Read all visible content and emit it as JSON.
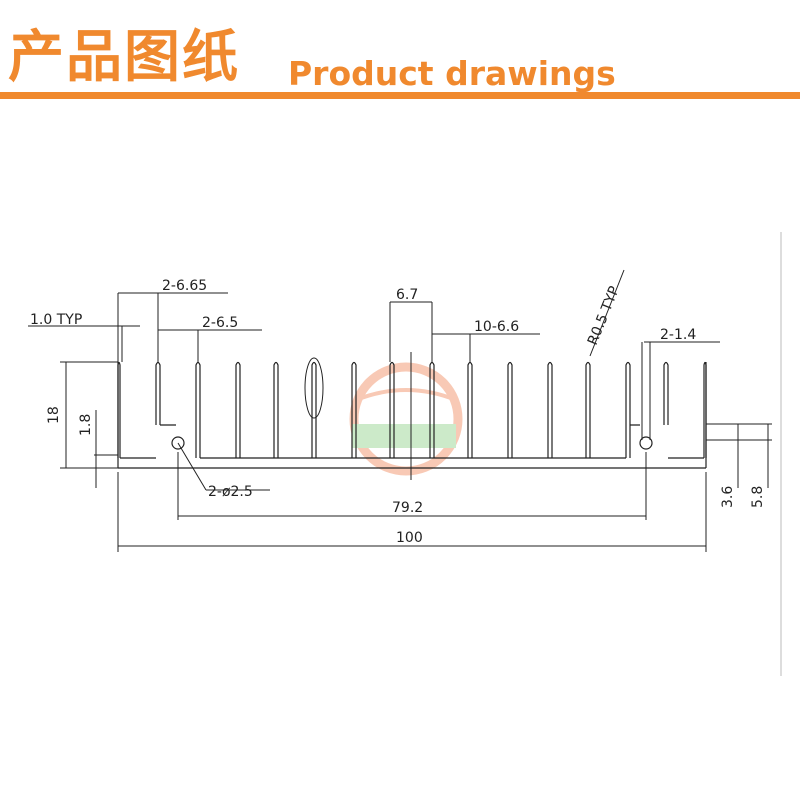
{
  "header": {
    "title_zh": "产品图纸",
    "title_en": "Product drawings",
    "accent_color": "#f0892e"
  },
  "drawing": {
    "dimensions": {
      "fin_thickness_typ": "1.0 TYP",
      "pitch_left": "2-6.65",
      "pitch_left2": "2-6.5",
      "pitch_center": "6.7",
      "pitch_main": "10-6.6",
      "radius": "R0.5 TYP",
      "slot": "2-1.4",
      "height": "18",
      "base_small": "1.8",
      "holes": "2-ø2.5",
      "hole_spacing": "79.2",
      "overall_width": "100",
      "base_right": "3.6",
      "base_right2": "5.8"
    },
    "watermark": {
      "icon": "globe-watermark-icon",
      "color": "#f08a5d"
    }
  }
}
